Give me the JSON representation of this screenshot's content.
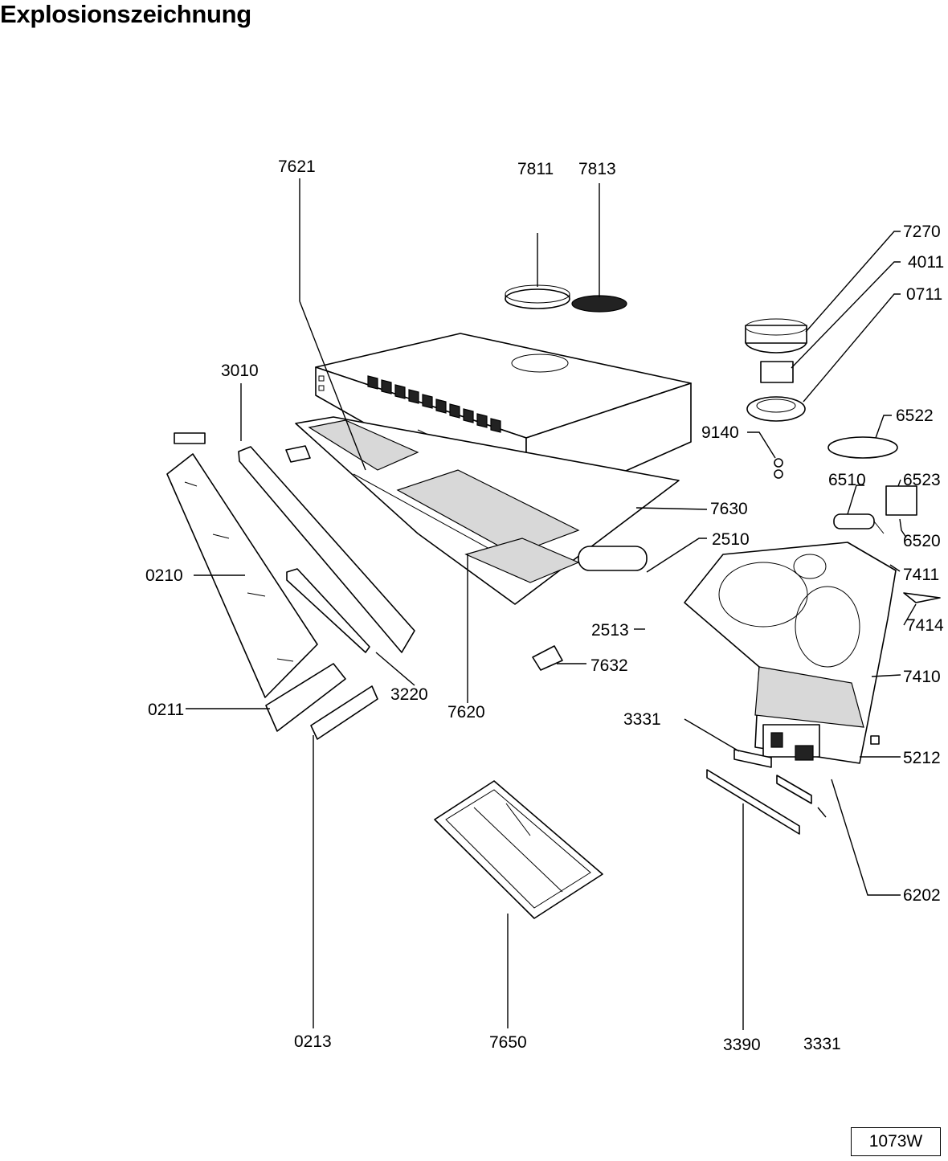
{
  "title": "Explosionszeichnung",
  "drawing_code": "1073W",
  "labels": {
    "p7621": "7621",
    "p7811": "7811",
    "p7813": "7813",
    "p7270": "7270",
    "p4011": "4011",
    "p0711": "0711",
    "p3010": "3010",
    "p6522": "6522",
    "p9140": "9140",
    "p6510": "6510",
    "p6523": "6523",
    "p7630": "7630",
    "p6520": "6520",
    "p2510": "2510",
    "p7411": "7411",
    "p0210": "0210",
    "p7414": "7414",
    "p2513": "2513",
    "p7632": "7632",
    "p7410": "7410",
    "p3220": "3220",
    "p0211": "0211",
    "p7620": "7620",
    "p3331a": "3331",
    "p5212": "5212",
    "p6202": "6202",
    "p0213": "0213",
    "p7650": "7650",
    "p3390": "3390",
    "p3331b": "3331"
  }
}
